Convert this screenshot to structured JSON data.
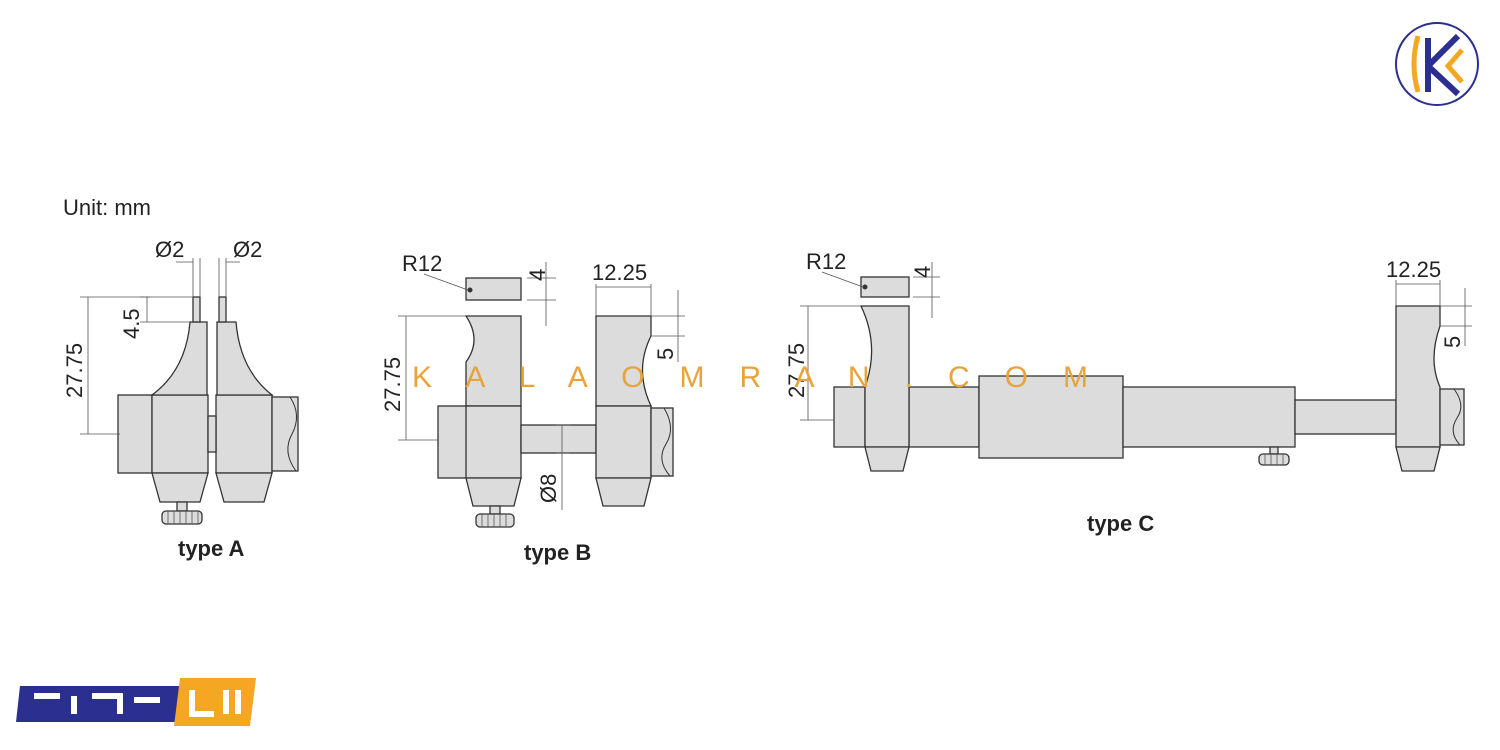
{
  "unit_label": "Unit: mm",
  "watermark": "K A L A O M R A N . C O M",
  "brand_text_blue": "عمران",
  "brand_text_orange": "کالا",
  "type_a": {
    "label": "type A",
    "dim_d2_left": "Ø2",
    "dim_d2_right": "Ø2",
    "dim_gap": "4.5",
    "dim_height": "27.75"
  },
  "type_b": {
    "label": "type B",
    "dim_radius": "R12",
    "dim_tip": "4",
    "dim_width": "12.25",
    "dim_jaw": "5",
    "dim_height": "27.75",
    "dim_rod": "Ø8"
  },
  "type_c": {
    "label": "type C",
    "dim_radius": "R12",
    "dim_tip": "4",
    "dim_width": "12.25",
    "dim_jaw": "5",
    "dim_height": "27.75"
  },
  "colors": {
    "brand_blue": "#2b2f8f",
    "brand_orange": "#f5a623",
    "part_fill": "#dcdcdc",
    "watermark": "#e8a33a"
  }
}
